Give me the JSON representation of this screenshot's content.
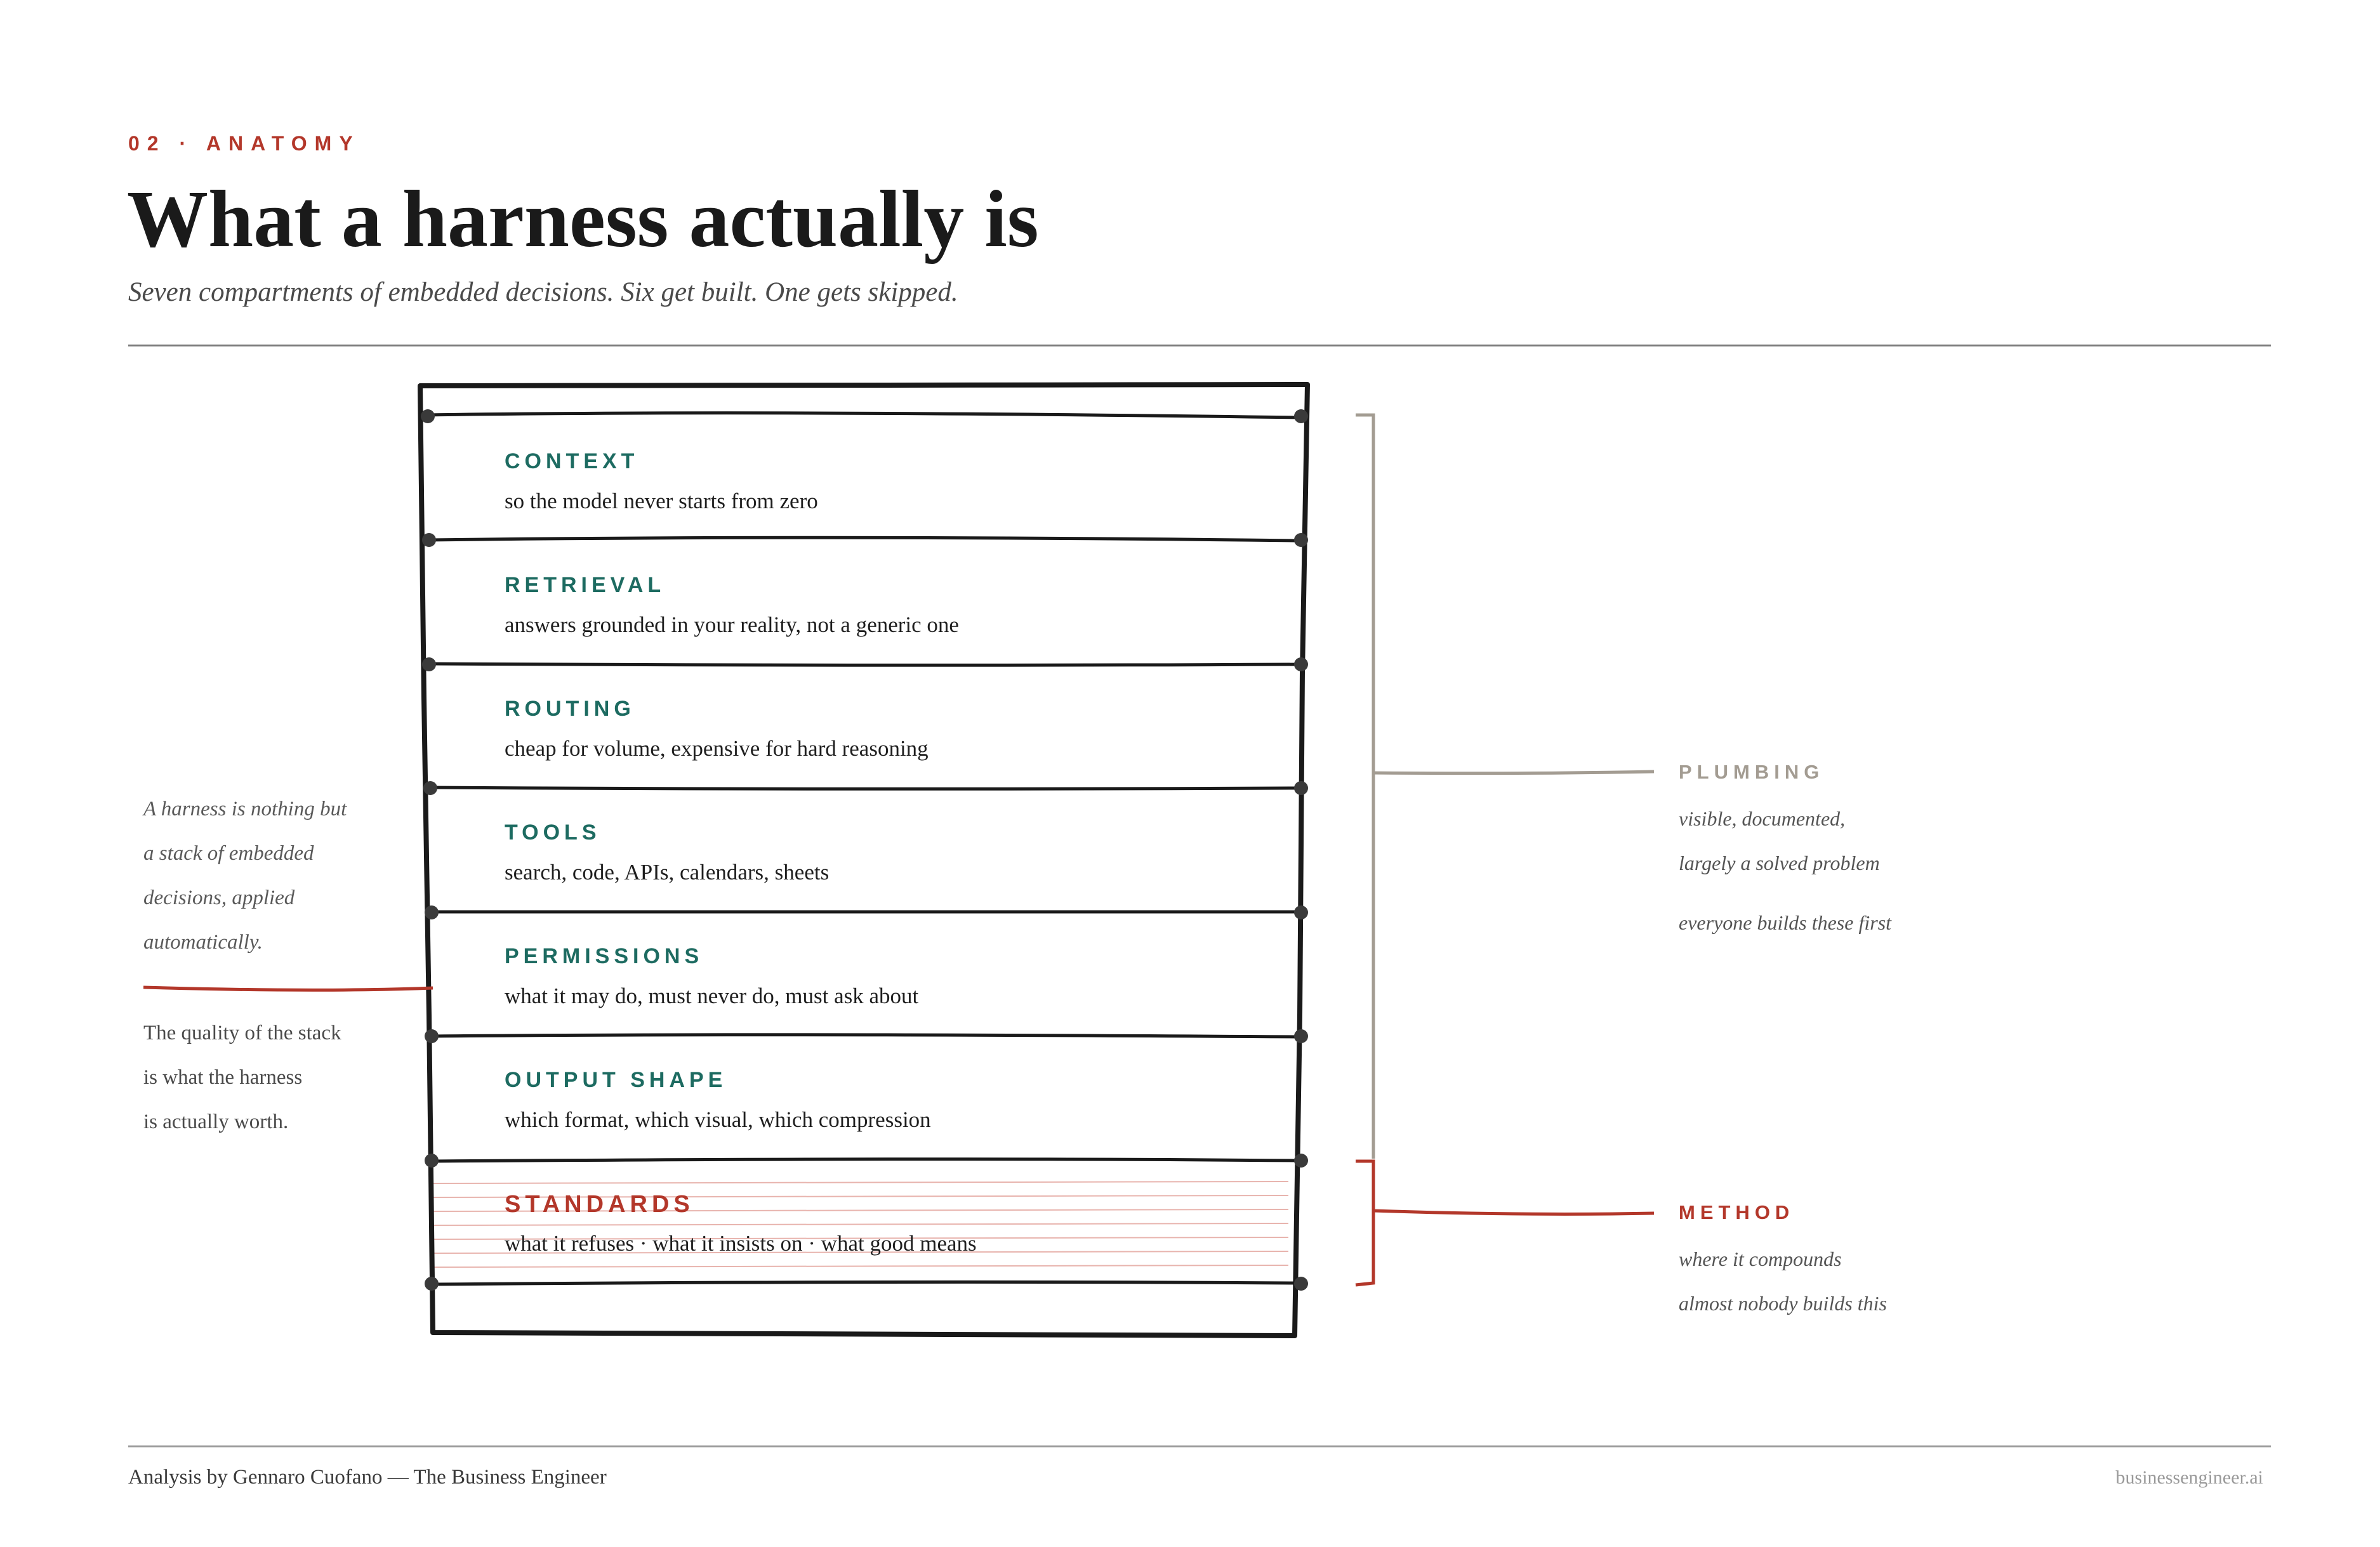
{
  "header": {
    "eyebrow": "02 · ANATOMY",
    "title": "What a harness actually is",
    "subtitle": "Seven compartments of embedded decisions. Six get built. One gets skipped."
  },
  "stack": {
    "layers": [
      {
        "label": "CONTEXT",
        "desc": "so the model never starts from zero"
      },
      {
        "label": "RETRIEVAL",
        "desc": "answers grounded in your reality, not a generic one"
      },
      {
        "label": "ROUTING",
        "desc": "cheap for volume, expensive for hard reasoning"
      },
      {
        "label": "TOOLS",
        "desc": "search, code, APIs, calendars, sheets"
      },
      {
        "label": "PERMISSIONS",
        "desc": "what it may do, must never do, must ask about"
      },
      {
        "label": "OUTPUT SHAPE",
        "desc": "which format, which visual, which compression"
      },
      {
        "label": "STANDARDS",
        "desc": "what it refuses · what it insists on · what good means"
      }
    ]
  },
  "left_note": {
    "italic_lines": [
      "A harness is nothing but",
      "a stack of embedded",
      "decisions, applied",
      "automatically."
    ],
    "plain_lines": [
      "The quality of the stack",
      "is what the harness",
      "is actually worth."
    ]
  },
  "plumbing": {
    "label": "PLUMBING",
    "lines": [
      "visible, documented,",
      "largely a solved problem",
      "everyone builds these first"
    ]
  },
  "method": {
    "label": "METHOD",
    "lines": [
      "where it compounds",
      "almost nobody builds this"
    ]
  },
  "footer": {
    "left": "Analysis by Gennaro Cuofano — The Business Engineer",
    "right": "businessengineer.ai"
  },
  "colors": {
    "accent_red": "#b3372a",
    "teal": "#1d6b61",
    "plumbing_grey": "#a39c92",
    "ink": "#1a1a1a"
  }
}
